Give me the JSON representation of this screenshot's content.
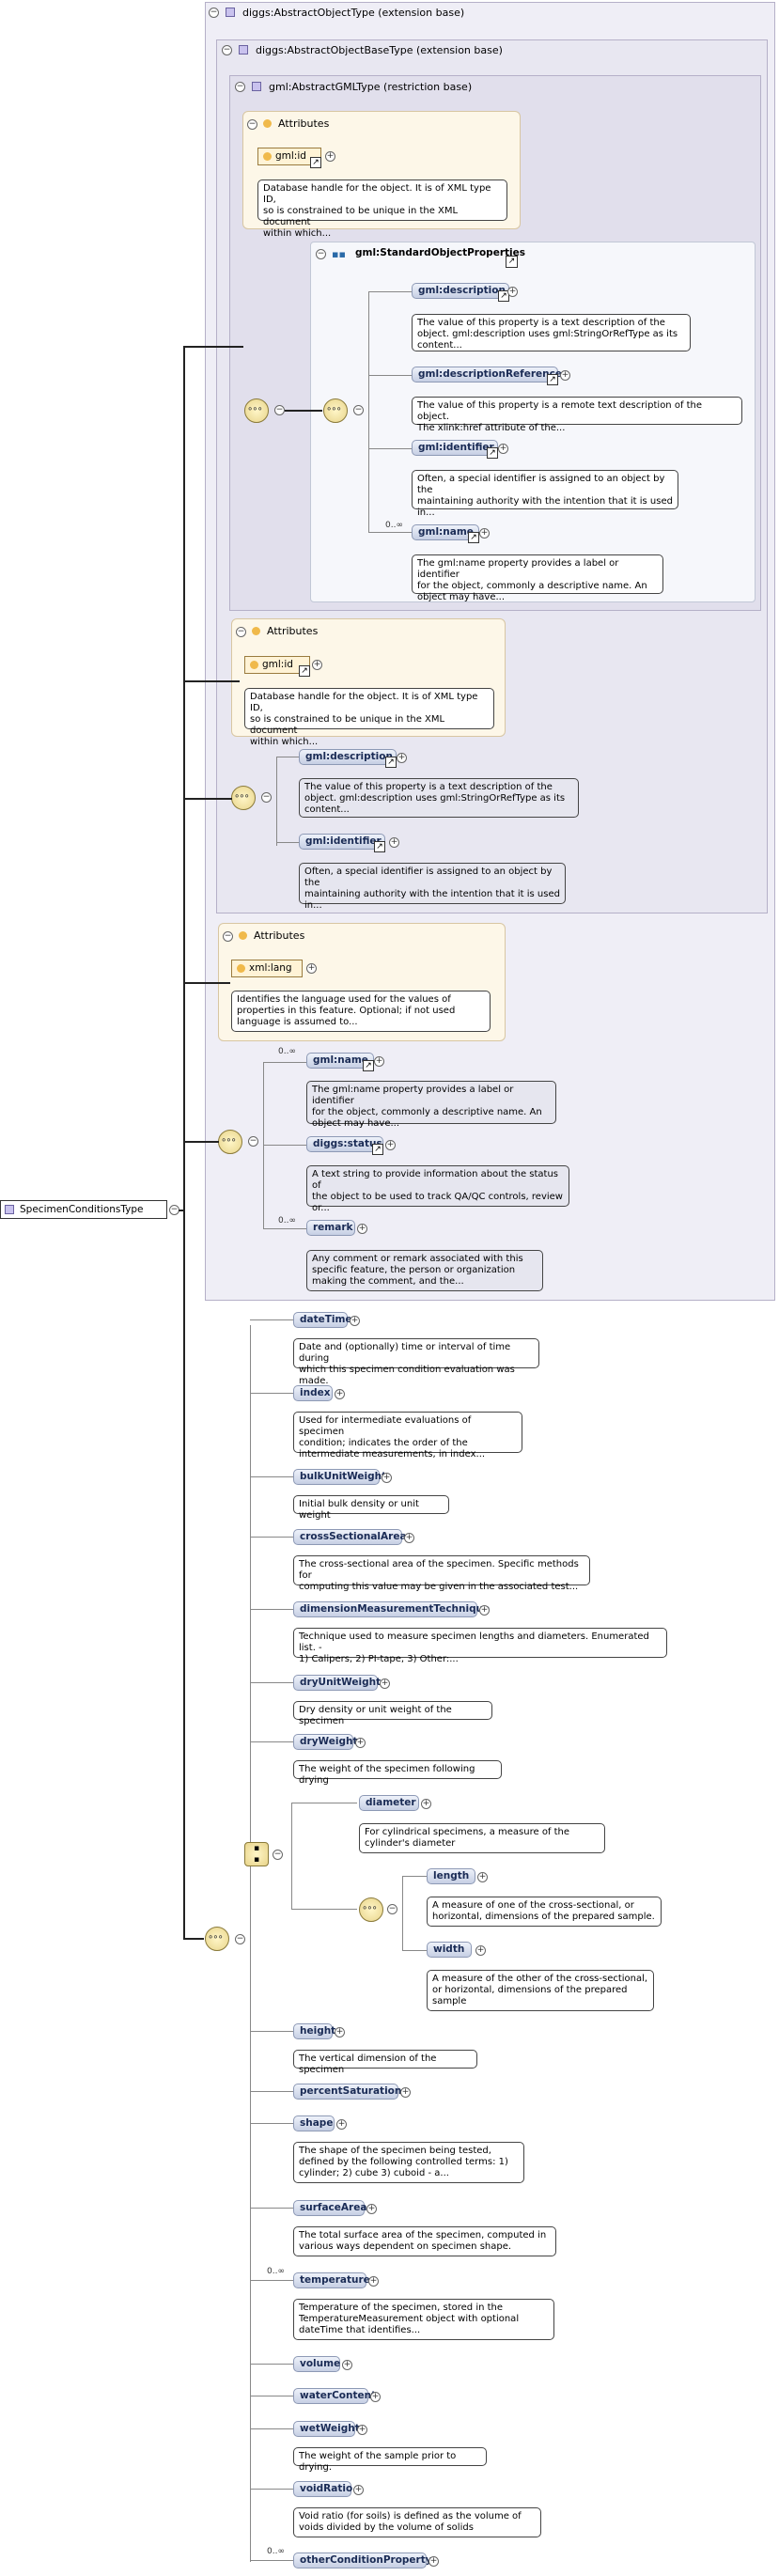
{
  "root": {
    "label": "SpecimenConditionsType"
  },
  "ext1": {
    "label": "diggs:AbstractObjectType (extension base)"
  },
  "ext2": {
    "label": "diggs:AbstractObjectBaseType (extension base)"
  },
  "ext3": {
    "label": "gml:AbstractGMLType (restriction base)"
  },
  "attrs_title": "Attributes",
  "gml_id": {
    "label": "gml:id",
    "doc": "Database handle for the object. It is of XML type ID,\nso is constrained to be unique in the XML document\nwithin which..."
  },
  "stdprops": {
    "label": "gml:StandardObjectProperties"
  },
  "gml_description": {
    "label": "gml:description",
    "doc": "The value of this property is a text description of the\nobject. gml:description uses gml:StringOrRefType as its\ncontent..."
  },
  "gml_descref": {
    "label": "gml:descriptionReference",
    "doc": "The value of this property is a remote text description of the object.\nThe xlink:href attribute of the..."
  },
  "gml_identifier": {
    "label": "gml:identifier",
    "doc": "Often, a special identifier is assigned to an object by the\nmaintaining authority with the intention that it is used\nin..."
  },
  "gml_name": {
    "label": "gml:name",
    "card": "0..∞",
    "doc": "The gml:name property provides a label or identifier\nfor the object, commonly a descriptive name. An\nobject may have..."
  },
  "xml_lang": {
    "label": "xml:lang",
    "doc": "Identifies the language used for the values of\nproperties in this feature. Optional; if not used\nlanguage is assumed to..."
  },
  "diggs_status": {
    "label": "diggs:status",
    "doc": "A text string to provide information about the status of\nthe object to be used to track QA/QC controls, review\nor..."
  },
  "remark": {
    "label": "remark",
    "card": "0..∞",
    "doc": "Any comment or remark associated with this\nspecific feature, the person or organization\nmaking the comment, and the..."
  },
  "elements": [
    {
      "label": "dateTime",
      "doc": "Date and (optionally) time or interval of time during\nwhich this specimen condition evaluation was made."
    },
    {
      "label": "index",
      "doc": "Used for intermediate evaluations of specimen\ncondition; indicates the order of the\nintermediate measurements, in index..."
    },
    {
      "label": "bulkUnitWeight",
      "doc": "Initial bulk density or unit weight"
    },
    {
      "label": "crossSectionalArea",
      "doc": "The cross-sectional area of the specimen. Specific methods for\ncomputing this value may be given in the associated test..."
    },
    {
      "label": "dimensionMeasurementTechnique",
      "doc": "Technique used to measure specimen lengths and diameters. Enumerated list. -\n1) Calipers, 2) PI-tape, 3) Other:..."
    },
    {
      "label": "dryUnitWeight",
      "doc": "Dry density or unit weight of the specimen"
    },
    {
      "label": "dryWeight",
      "doc": "The weight of the specimen following drying"
    }
  ],
  "diameter": {
    "label": "diameter",
    "doc": "For cylindrical specimens, a measure of the\ncylinder's diameter"
  },
  "length": {
    "label": "length",
    "doc": "A measure of one of the cross-sectional, or\nhorizontal, dimensions of the prepared sample."
  },
  "width": {
    "label": "width",
    "doc": "A measure of the other of the cross-sectional,\nor horizontal, dimensions of the prepared\nsample"
  },
  "elements2": [
    {
      "label": "height",
      "doc": "The vertical dimension of the specimen"
    },
    {
      "label": "percentSaturation",
      "doc": ""
    },
    {
      "label": "shape",
      "doc": "The shape of the specimen being tested,\ndefined by the following controlled terms: 1)\ncylinder; 2) cube 3) cuboid - a..."
    },
    {
      "label": "surfaceArea",
      "doc": "The total surface area of the specimen, computed in\nvarious ways dependent on specimen shape."
    },
    {
      "label": "temperature",
      "card": "0..∞",
      "doc": "Temperature of the specimen, stored in the\nTemperatureMeasurement object with optional\ndateTime that identifies..."
    },
    {
      "label": "volume",
      "doc": ""
    },
    {
      "label": "waterContent",
      "doc": ""
    },
    {
      "label": "wetWeight",
      "doc": "The weight of the sample prior to drying."
    },
    {
      "label": "voidRatio",
      "doc": "Void ratio (for soils) is defined as the volume of\nvoids divided by the volume of solids"
    },
    {
      "label": "otherConditionProperty",
      "card": "0..∞",
      "doc": ""
    }
  ]
}
